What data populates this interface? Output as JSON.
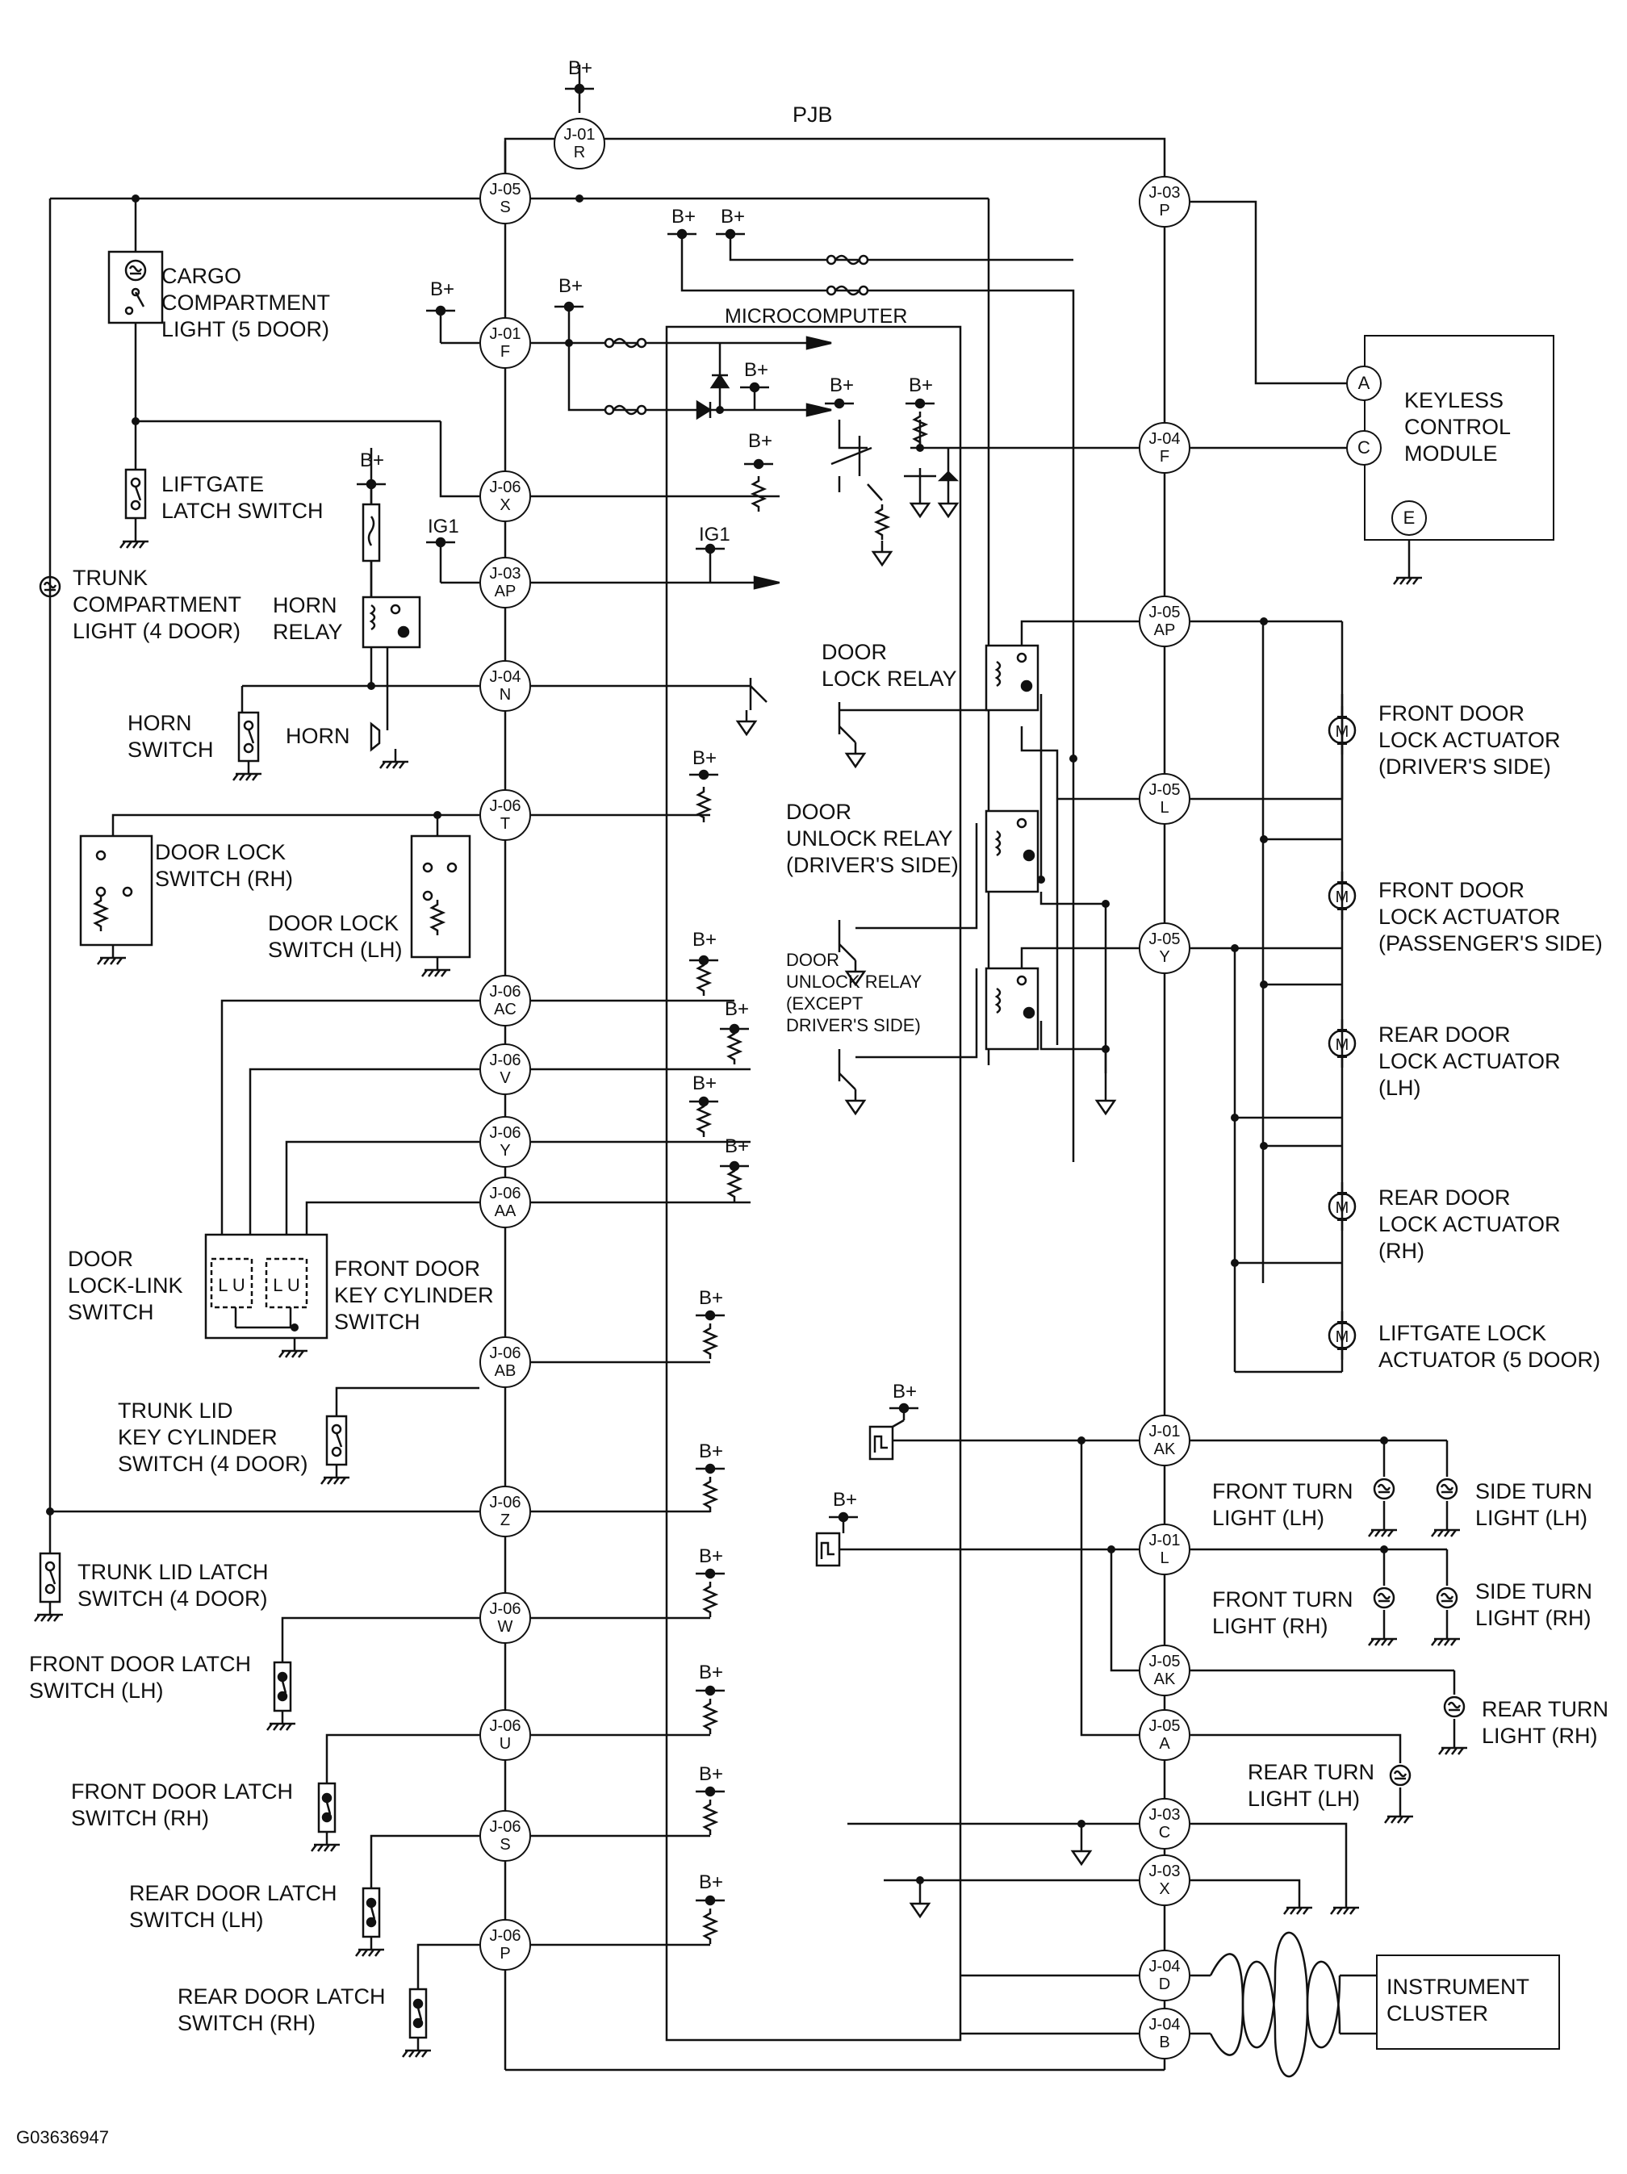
{
  "header": {
    "pjb": "PJB",
    "microcomputer": "MICROCOMPUTER"
  },
  "figure_id": "G03636947",
  "power_labels": {
    "bplus": "B+",
    "ig1": "IG1"
  },
  "junctions": {
    "j01r": [
      "J-01",
      "R"
    ],
    "j05s": [
      "J-05",
      "S"
    ],
    "j03p": [
      "J-03",
      "P"
    ],
    "j01f": [
      "J-01",
      "F"
    ],
    "j06x": [
      "J-06",
      "X"
    ],
    "j03ap": [
      "J-03",
      "AP"
    ],
    "j04n": [
      "J-04",
      "N"
    ],
    "j06t": [
      "J-06",
      "T"
    ],
    "j06ac": [
      "J-06",
      "AC"
    ],
    "j06v": [
      "J-06",
      "V"
    ],
    "j06y": [
      "J-06",
      "Y"
    ],
    "j06aa": [
      "J-06",
      "AA"
    ],
    "j06ab": [
      "J-06",
      "AB"
    ],
    "j06z": [
      "J-06",
      "Z"
    ],
    "j06w": [
      "J-06",
      "W"
    ],
    "j06u": [
      "J-06",
      "U"
    ],
    "j06s": [
      "J-06",
      "S"
    ],
    "j06p": [
      "J-06",
      "P"
    ],
    "j04f": [
      "J-04",
      "F"
    ],
    "j05ap": [
      "J-05",
      "AP"
    ],
    "j05l": [
      "J-05",
      "L"
    ],
    "j05y": [
      "J-05",
      "Y"
    ],
    "j01ak": [
      "J-01",
      "AK"
    ],
    "j01l": [
      "J-01",
      "L"
    ],
    "j05ak": [
      "J-05",
      "AK"
    ],
    "j05a": [
      "J-05",
      "A"
    ],
    "j03c": [
      "J-03",
      "C"
    ],
    "j03x": [
      "J-03",
      "X"
    ],
    "j04d": [
      "J-04",
      "D"
    ],
    "j04b": [
      "J-04",
      "B"
    ]
  },
  "keyless_pins": {
    "a": "A",
    "c": "C",
    "e": "E"
  },
  "labels": {
    "cargo_light": "CARGO\nCOMPARTMENT\nLIGHT (5 DOOR)",
    "liftgate_latch": "LIFTGATE\nLATCH SWITCH",
    "trunk_light": "TRUNK\nCOMPARTMENT\nLIGHT (4 DOOR)",
    "horn_relay": "HORN\nRELAY",
    "horn_switch": "HORN\nSWITCH",
    "horn": "HORN",
    "door_lock_rh": "DOOR LOCK\nSWITCH (RH)",
    "door_lock_lh": "DOOR LOCK\nSWITCH (LH)",
    "door_lock_link": "DOOR\nLOCK-LINK\nSWITCH",
    "front_key_cyl": "FRONT DOOR\nKEY CYLINDER\nSWITCH",
    "trunk_key_cyl": "TRUNK LID\nKEY CYLINDER\nSWITCH (4 DOOR)",
    "trunk_latch": "TRUNK LID LATCH\nSWITCH (4 DOOR)",
    "front_latch_lh": "FRONT DOOR LATCH\nSWITCH (LH)",
    "front_latch_rh": "FRONT DOOR LATCH\nSWITCH (RH)",
    "rear_latch_lh": "REAR DOOR LATCH\nSWITCH (LH)",
    "rear_latch_rh": "REAR DOOR LATCH\nSWITCH (RH)",
    "keyless_module": "KEYLESS\nCONTROL\nMODULE",
    "door_lock_relay": "DOOR\nLOCK RELAY",
    "door_unlock_driver": "DOOR\nUNLOCK RELAY\n(DRIVER'S SIDE)",
    "door_unlock_except": "DOOR\nUNLOCK RELAY\n(EXCEPT\nDRIVER'S SIDE)",
    "act_front_driver": "FRONT DOOR\nLOCK ACTUATOR\n(DRIVER'S SIDE)",
    "act_front_pass": "FRONT DOOR\nLOCK ACTUATOR\n(PASSENGER'S SIDE)",
    "act_rear_lh": "REAR DOOR\nLOCK ACTUATOR\n(LH)",
    "act_rear_rh": "REAR DOOR\nLOCK ACTUATOR\n(RH)",
    "act_liftgate": "LIFTGATE LOCK\nACTUATOR (5 DOOR)",
    "front_turn_lh": "FRONT TURN\nLIGHT (LH)",
    "side_turn_lh": "SIDE TURN\nLIGHT (LH)",
    "front_turn_rh": "FRONT TURN\nLIGHT (RH)",
    "side_turn_rh": "SIDE TURN\nLIGHT (RH)",
    "rear_turn_rh": "REAR TURN\nLIGHT (RH)",
    "rear_turn_lh": "REAR TURN\nLIGHT (LH)",
    "instrument_cluster": "INSTRUMENT\nCLUSTER"
  }
}
